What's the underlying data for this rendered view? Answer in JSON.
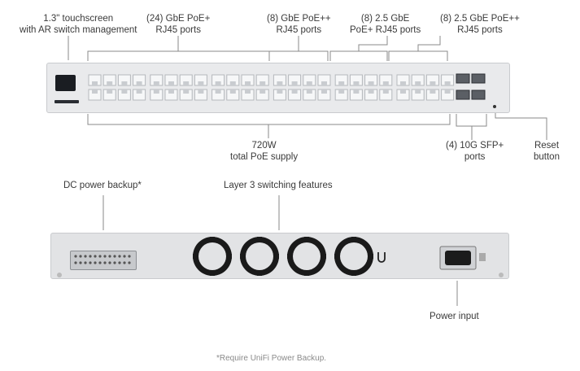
{
  "front": {
    "touchscreen_label": [
      "1.3\" touchscreen",
      "with AR switch management"
    ],
    "gbe_poe_label": [
      "(24) GbE PoE+",
      "RJ45 ports"
    ],
    "gbe_poepp_label": [
      "(8) GbE PoE++",
      "RJ45 ports"
    ],
    "ge25_poe_label": [
      "(8) 2.5 GbE",
      "PoE+ RJ45 ports"
    ],
    "ge25_poepp_label": [
      "(8) 2.5 GbE PoE++",
      "RJ45 ports"
    ],
    "poe_supply_label": [
      "720W",
      "total PoE supply"
    ],
    "sfp_label": [
      "(4) 10G SFP+",
      "ports"
    ],
    "reset_label": [
      "Reset",
      "button"
    ]
  },
  "rear": {
    "dc_backup_label": "DC power backup*",
    "layer3_label": "Layer 3 switching features",
    "power_input_label": "Power input"
  },
  "footnote": "*Require UniFi Power Backup.",
  "colors": {
    "chassis": "#e9eaec",
    "line": "#8a8a8a",
    "port": "#c9ccd0",
    "fan": "#1a1a1a"
  }
}
